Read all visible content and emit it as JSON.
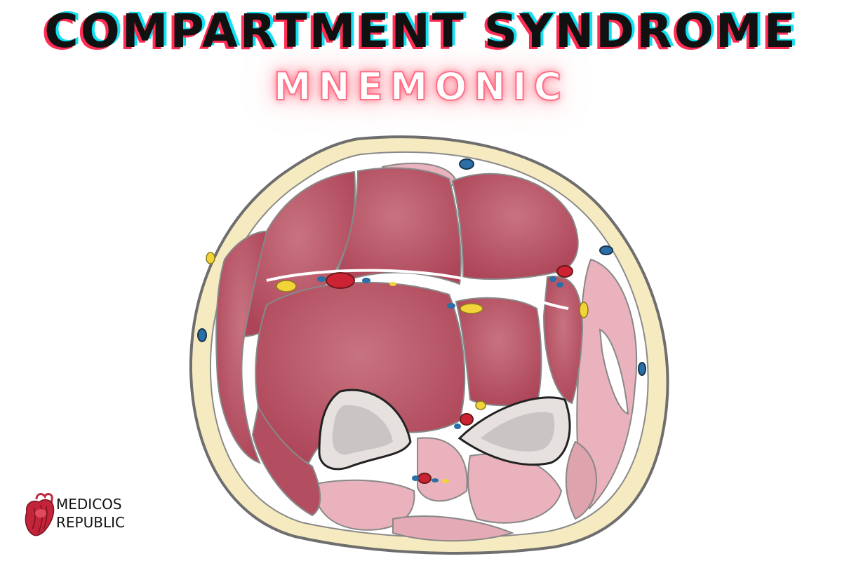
{
  "header": {
    "title": "COMPARTMENT SYNDROME",
    "subtitle": "MNEMONIC"
  },
  "brand": {
    "line1": "MEDICOS",
    "line2": "REPUBLIC",
    "icon": "heart-icon"
  },
  "colors": {
    "title_text": "#111111",
    "title_shadow_red": "#ff2d55",
    "title_shadow_cyan": "#12e0f2",
    "subtitle_glow": "#ff6f86",
    "skin": "#f6ebc0",
    "muscle_deep": "#b94f62",
    "muscle_light": "#e9b2bc",
    "bone": "#e6e0de",
    "artery": "#cc2233",
    "vein": "#2a6fa5",
    "nerve": "#f2d43a"
  }
}
